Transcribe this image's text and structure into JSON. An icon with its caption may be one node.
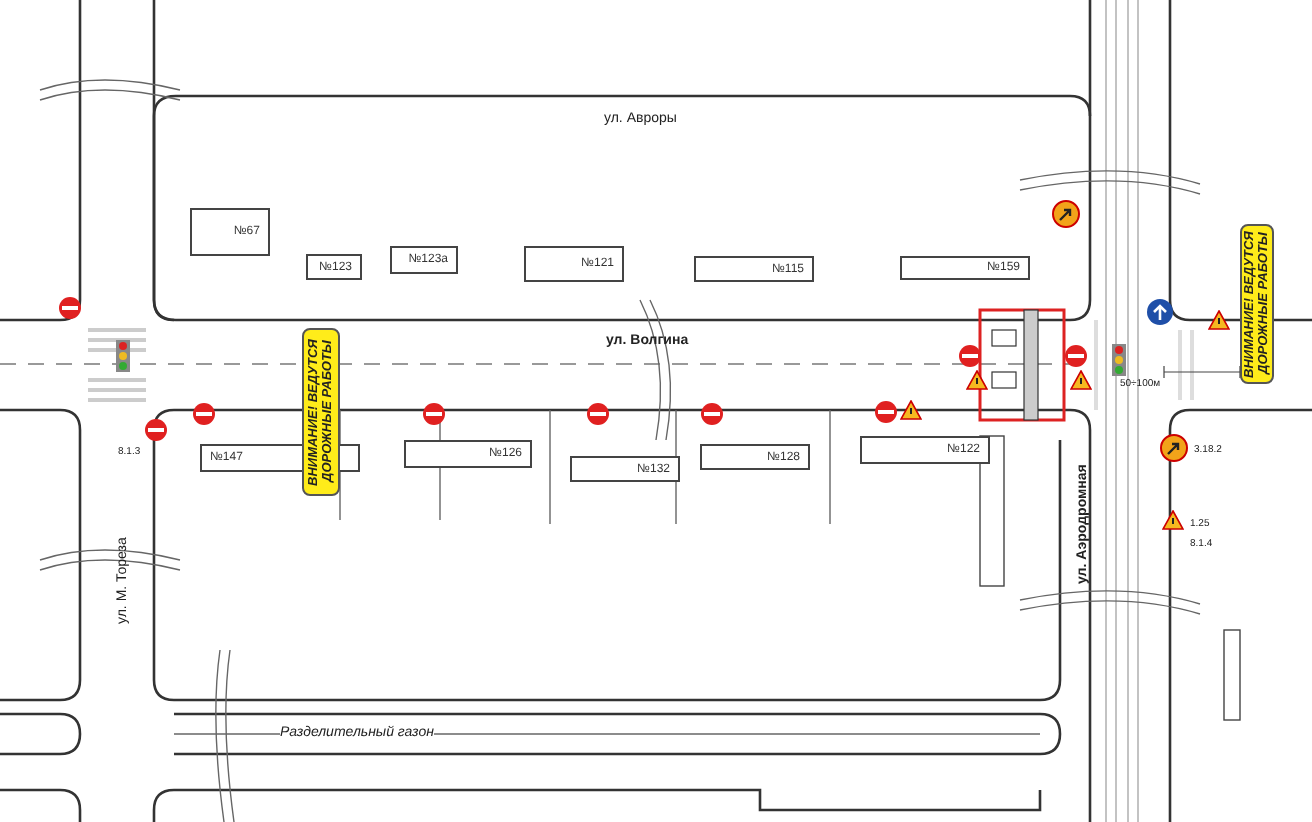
{
  "diagram": {
    "nodes": [
      {
        "text": [
          "№67"
        ]
      },
      {
        "text": [
          "№123"
        ]
      },
      {
        "text": [
          "№123а"
        ]
      },
      {
        "text": [
          "№121"
        ]
      },
      {
        "text": [
          "№115"
        ]
      },
      {
        "text": [
          "№159"
        ]
      },
      {
        "text": [
          "№147"
        ]
      },
      {
        "text": [
          "№126"
        ]
      },
      {
        "text": [
          "№132"
        ]
      },
      {
        "text": [
          "№128"
        ]
      },
      {
        "text": [
          "№122"
        ]
      },
      {
        "text": [
          "ВНИМАНИЕ! ВЕДУТСЯ ДОРОЖНЫЕ РАБОТЫ"
        ]
      },
      {
        "text": [
          "ВНИМАНИЕ! ВЕДУТСЯ ДОРОЖНЫЕ РАБОТЫ"
        ]
      }
    ],
    "labels": [
      "ул. Авроры",
      "ул. Волгина",
      "ул. М. Тореза",
      "ул. Аэродромная",
      "Разделительный газон",
      "50÷100м",
      "8.1.3",
      "3.18.2",
      "1.25",
      "8.1.4"
    ]
  }
}
